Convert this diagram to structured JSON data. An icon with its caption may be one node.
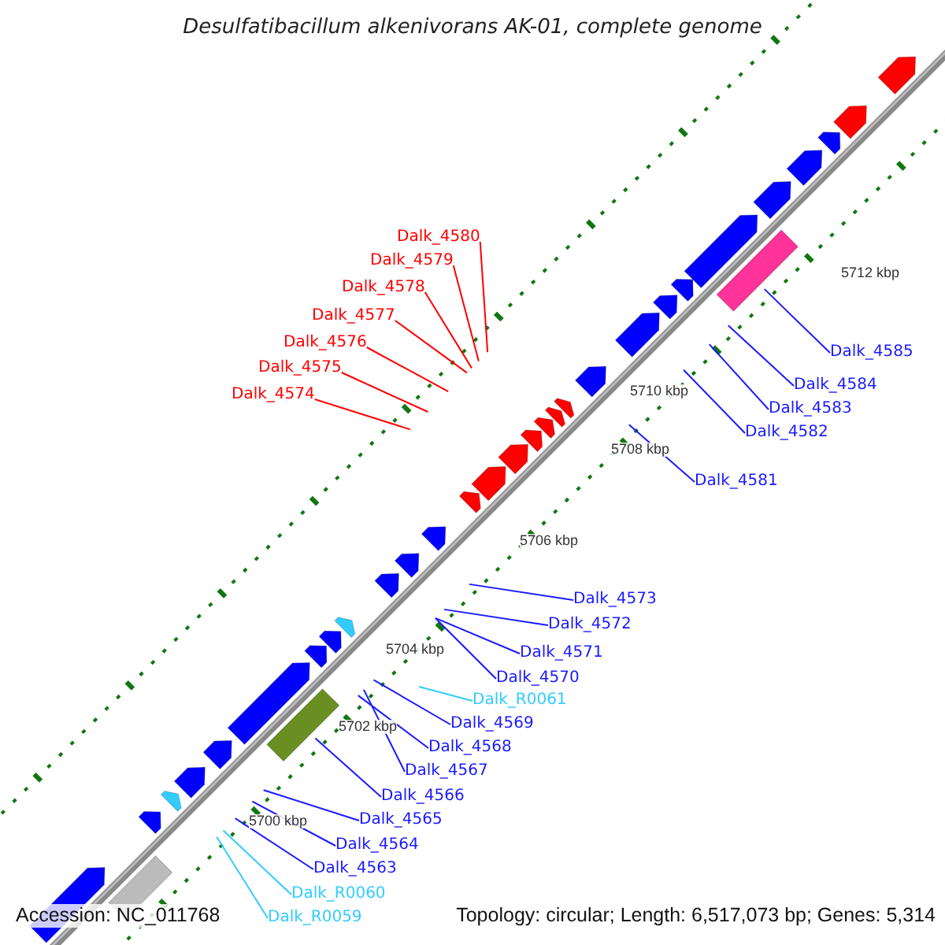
{
  "diagram": {
    "title": "Desulfatibacillum alkenivorans AK-01, complete genome",
    "nodes": [
      {
        "text": [
          "Dalk_4580"
        ]
      },
      {
        "text": [
          "Dalk_4579"
        ]
      },
      {
        "text": [
          "Dalk_4578"
        ]
      },
      {
        "text": [
          "Dalk_4577"
        ]
      },
      {
        "text": [
          "Dalk_4576"
        ]
      },
      {
        "text": [
          "Dalk_4585"
        ]
      },
      {
        "text": [
          "Dalk_4575"
        ]
      },
      {
        "text": [
          "Dalk_4584"
        ]
      },
      {
        "text": [
          "Dalk_4574"
        ]
      },
      {
        "text": [
          "Dalk_4583"
        ]
      },
      {
        "text": [
          "Dalk_4582"
        ]
      },
      {
        "text": [
          "Dalk_4581"
        ]
      },
      {
        "text": [
          "Dalk_4573"
        ]
      },
      {
        "text": [
          "Dalk_4572"
        ]
      },
      {
        "text": [
          "Dalk_4571"
        ]
      },
      {
        "text": [
          "Dalk_4570"
        ]
      },
      {
        "text": [
          "Dalk_R0061"
        ]
      },
      {
        "text": [
          "Dalk_4569"
        ]
      },
      {
        "text": [
          "Dalk_4568"
        ]
      },
      {
        "text": [
          "Dalk_4567"
        ]
      },
      {
        "text": [
          "Dalk_4566"
        ]
      },
      {
        "text": [
          "Dalk_4565"
        ]
      },
      {
        "text": [
          "Dalk_4564"
        ]
      },
      {
        "text": [
          "Dalk_4563"
        ]
      },
      {
        "text": [
          "Dalk_R0060"
        ]
      },
      {
        "text": [
          "Dalk_R0059"
        ]
      }
    ],
    "edges": [
      {
        "from": 0,
        "to": null,
        "arrow": "none",
        "color": "#ff0000"
      },
      {
        "from": 1,
        "to": null,
        "arrow": "none",
        "color": "#ff0000"
      },
      {
        "from": 2,
        "to": null,
        "arrow": "none",
        "color": "#ff0000"
      },
      {
        "from": 3,
        "to": null,
        "arrow": "none",
        "color": "#ff0000"
      },
      {
        "from": 4,
        "to": null,
        "arrow": "none",
        "color": "#ff0000"
      },
      {
        "from": 5,
        "to": null,
        "arrow": "none"
      },
      {
        "from": 6,
        "to": null,
        "arrow": "none",
        "color": "#ff0000"
      },
      {
        "from": 7,
        "to": null,
        "arrow": "none"
      },
      {
        "from": 8,
        "to": null,
        "arrow": "none",
        "color": "#ff0000"
      },
      {
        "from": 9,
        "to": null,
        "arrow": "none"
      },
      {
        "from": 10,
        "to": null,
        "arrow": "none"
      },
      {
        "from": 11,
        "to": null,
        "arrow": "none"
      },
      {
        "from": 12,
        "to": null,
        "arrow": "none"
      },
      {
        "from": 13,
        "to": null,
        "arrow": "none"
      },
      {
        "from": 14,
        "to": null,
        "arrow": "none"
      },
      {
        "from": 15,
        "to": null,
        "arrow": "none"
      },
      {
        "from": 16,
        "to": null,
        "arrow": "none",
        "color": "#33ccff"
      },
      {
        "from": 17,
        "to": null,
        "arrow": "none"
      },
      {
        "from": 18,
        "to": null,
        "arrow": "none"
      },
      {
        "from": 19,
        "to": null,
        "arrow": "none"
      },
      {
        "from": 20,
        "to": null,
        "arrow": "none"
      },
      {
        "from": 21,
        "to": null,
        "arrow": "none"
      },
      {
        "from": 22,
        "to": null,
        "arrow": "none"
      },
      {
        "from": 23,
        "to": null,
        "arrow": "none"
      },
      {
        "from": 24,
        "to": null,
        "arrow": "none",
        "color": "#33ccff"
      },
      {
        "from": 25,
        "to": null,
        "arrow": "none",
        "color": "#33ccff"
      }
    ],
    "labels": [
      "5712 kbp",
      "5710 kbp",
      "5708 kbp",
      "5706 kbp",
      "5704 kbp",
      "5702 kbp",
      "5700 kbp",
      "Accession: NC_011768",
      "Topology: circular; Length: 6,517,073 bp; Genes: 5,314"
    ]
  }
}
